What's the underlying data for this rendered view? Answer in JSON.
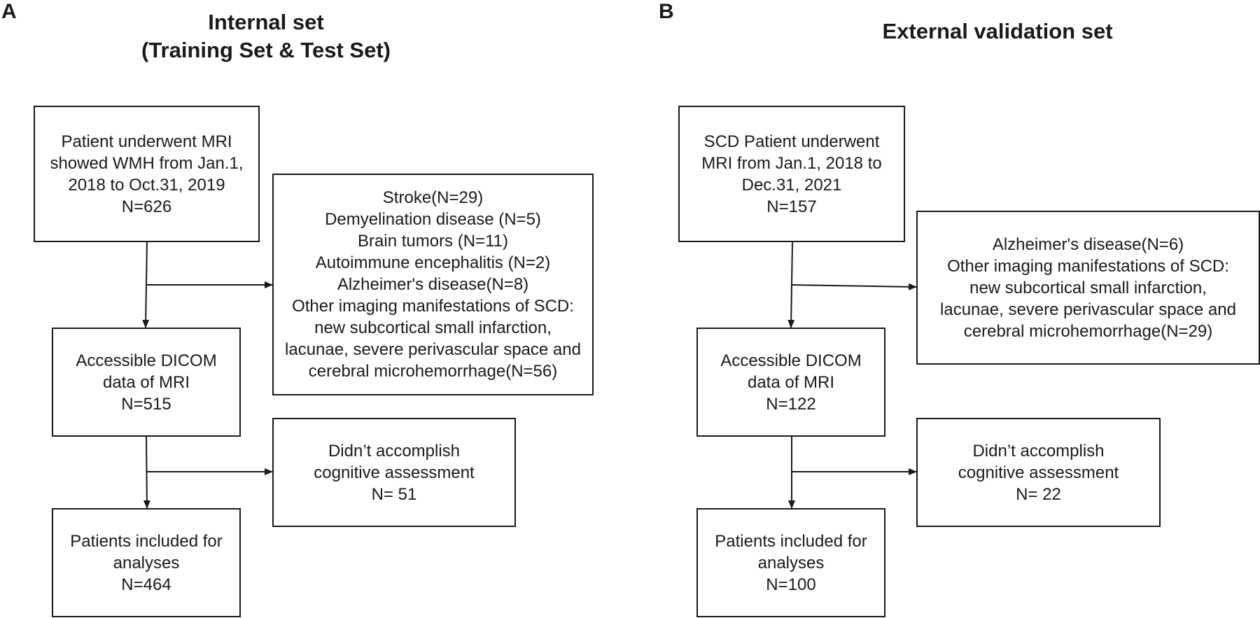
{
  "panels": [
    {
      "letter": "A",
      "title_lines": [
        "Internal set",
        "(Training Set & Test Set)"
      ],
      "main_boxes": [
        {
          "lines": [
            "Patient underwent MRI",
            "showed WMH from Jan.1,",
            "2018 to Oct.31, 2019",
            "N=626"
          ]
        },
        {
          "lines": [
            "Accessible DICOM",
            "data of MRI",
            "N=515"
          ]
        },
        {
          "lines": [
            "Patients included for",
            "analyses",
            "N=464"
          ]
        }
      ],
      "exclusion_boxes": [
        {
          "lines": [
            "Stroke(N=29)",
            "Demyelination disease (N=5)",
            "Brain tumors (N=11)",
            "Autoimmune encephalitis (N=2)",
            "Alzheimer's disease(N=8)",
            "Other imaging manifestations of SCD:",
            "new subcortical small infarction,",
            "lacunae, severe perivascular space and",
            "cerebral microhemorrhage(N=56)"
          ]
        },
        {
          "lines": [
            "Didn’t accomplish",
            "cognitive assessment",
            "N= 51"
          ]
        }
      ]
    },
    {
      "letter": "B",
      "title_lines": [
        "External validation set"
      ],
      "main_boxes": [
        {
          "lines": [
            "SCD Patient underwent",
            "MRI from Jan.1, 2018 to",
            "Dec.31, 2021",
            "N=157"
          ]
        },
        {
          "lines": [
            "Accessible DICOM",
            "data of MRI",
            "N=122"
          ]
        },
        {
          "lines": [
            "Patients included for",
            "analyses",
            "N=100"
          ]
        }
      ],
      "exclusion_boxes": [
        {
          "lines": [
            "Alzheimer's disease(N=6)",
            "Other imaging manifestations of SCD:",
            "new subcortical small infarction,",
            "lacunae, severe perivascular space and",
            "cerebral microhemorrhage(N=29)"
          ]
        },
        {
          "lines": [
            "Didn’t accomplish",
            "cognitive assessment",
            "N= 22"
          ]
        }
      ]
    }
  ]
}
